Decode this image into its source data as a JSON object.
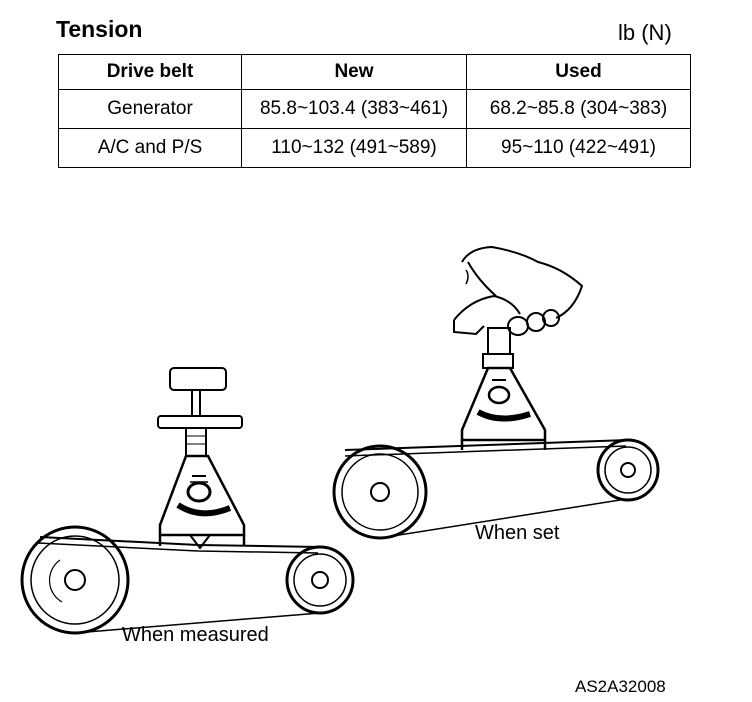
{
  "header": {
    "title": "Tension",
    "unit": "lb (N)"
  },
  "table": {
    "columns": [
      "Drive belt",
      "New",
      "Used"
    ],
    "rows": [
      {
        "belt": "Generator",
        "new": "85.8~103.4 (383~461)",
        "used": "68.2~85.8 (304~383)"
      },
      {
        "belt": "A/C and P/S",
        "new": "110~132 (491~589)",
        "used": "95~110 (422~491)"
      }
    ]
  },
  "figures": {
    "measured_caption": "When measured",
    "set_caption": "When set"
  },
  "figure_code": "AS2A32008"
}
